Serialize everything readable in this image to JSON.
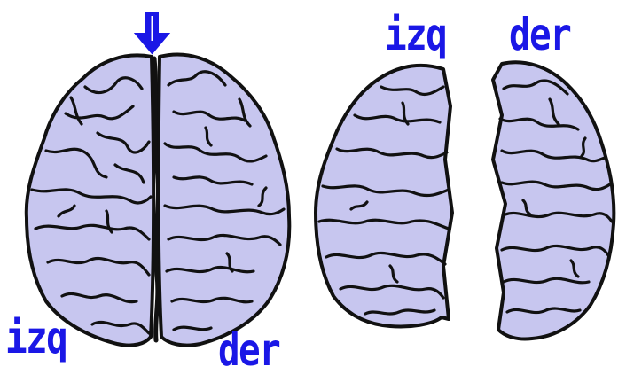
{
  "labels": {
    "full_brain_left": "izq",
    "full_brain_right": "der",
    "split_left": "izq",
    "split_right": "der"
  },
  "colors": {
    "label": "#1a17e6",
    "arrow": "#1a17e6",
    "brain_fill": "#c7c6ef",
    "brain_outline": "#111111"
  },
  "icons": {
    "arrow": "down-arrow-icon"
  }
}
